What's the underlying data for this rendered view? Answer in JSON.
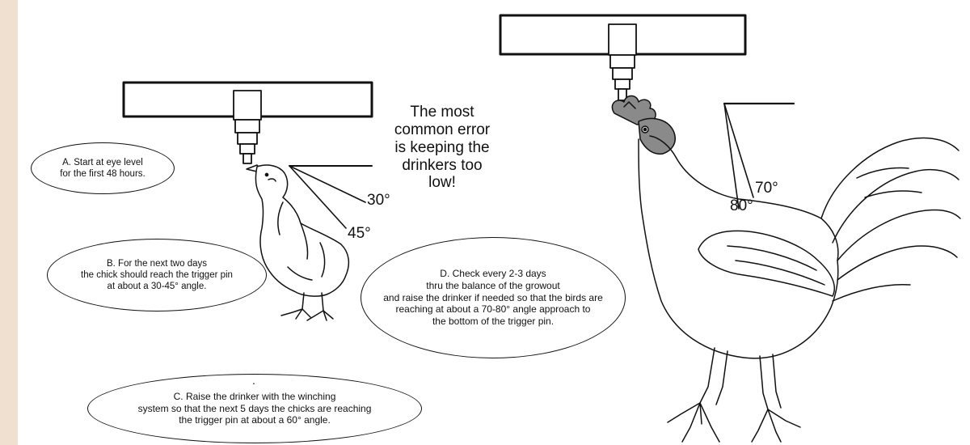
{
  "notes": {
    "a": "A. Start at eye level\nfor the first 48 hours.",
    "b": "B. For  the next  two days\nthe chick should reach the trigger pin\nat  about a 30-45° angle.",
    "c": "C. Raise the drinker with the winching\nsystem so that the next 5 days the chicks are reaching\nthe trigger pin at about a 60° angle.",
    "d": "D. Check every 2-3 days\nthru the balance of the growout\nand raise the drinker if needed so that the birds are\nreaching at about a 70-80° angle approach to\nthe bottom of the trigger pin."
  },
  "callout": "The most\ncommon error\nis keeping the\ndrinkers too\nlow!",
  "angles": {
    "chick_low": "30°",
    "chick_high": "45°",
    "rooster_low": "70°",
    "rooster_high": "80°"
  },
  "colors": {
    "line": "#111111",
    "background": "#ffffff",
    "side_strip": "#efe0cf"
  }
}
